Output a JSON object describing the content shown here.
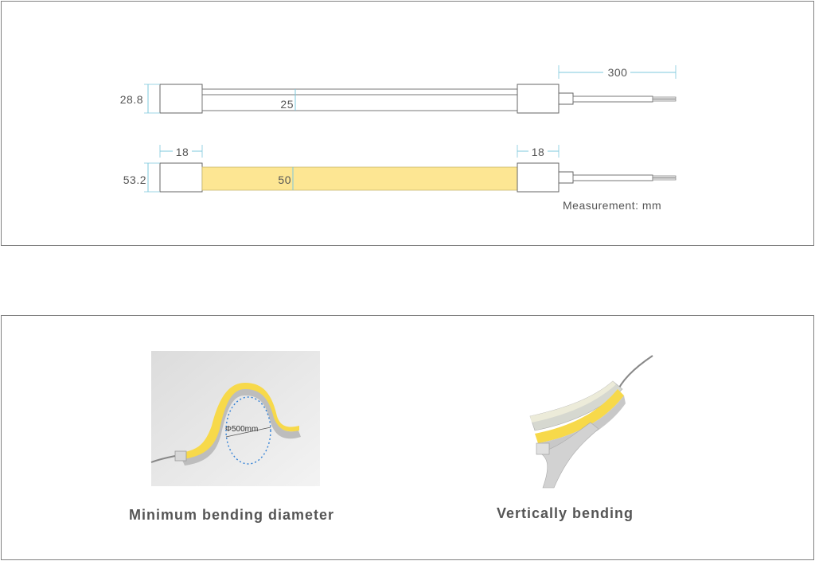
{
  "dimensions": {
    "side_height": "28.8",
    "side_inner_height": "25",
    "cable_length": "300",
    "end_cap_left": "18",
    "end_cap_right": "18",
    "top_height": "53.2",
    "top_inner_width": "50",
    "measurement_unit": "Measurement: mm"
  },
  "bending": {
    "min_diameter_label": "Φ500mm",
    "min_caption": "Minimum bending diameter",
    "vertical_caption": "Vertically bending"
  },
  "colors": {
    "border": "#808080",
    "led": "#fde693",
    "dim_line": "#7ec8dc",
    "text": "#555555"
  }
}
